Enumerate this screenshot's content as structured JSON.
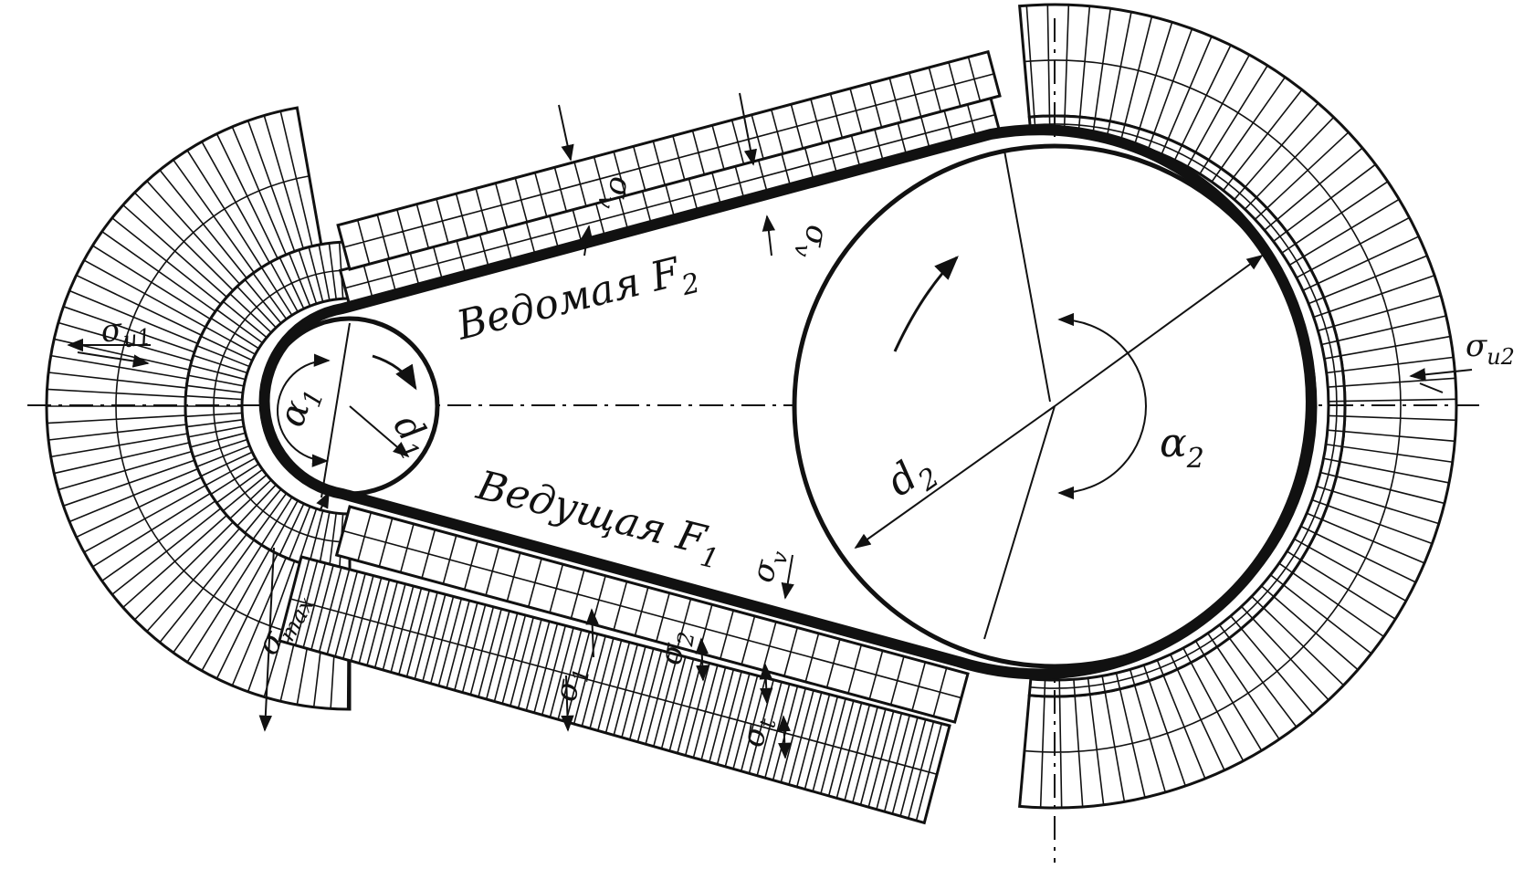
{
  "labels": {
    "driven_branch": "Ведомая",
    "driven_force": "F",
    "driven_force_sub": "2",
    "driving_branch": "Ведущая",
    "driving_force": "F",
    "driving_force_sub": "1",
    "small_diameter": "d",
    "small_diameter_sub": "1",
    "large_diameter": "d",
    "large_diameter_sub": "2",
    "small_angle": "α",
    "small_angle_sub": "1",
    "large_angle": "α",
    "large_angle_sub": "2",
    "sigma_u1": "σ",
    "sigma_u1_sub": "u1",
    "sigma_u2": "σ",
    "sigma_u2_sub": "u2",
    "sigma_max": "σ",
    "sigma_max_sub": "max",
    "sigma_1": "σ",
    "sigma_1_sub": "1",
    "sigma_2": "σ",
    "sigma_2_sub": "2",
    "sigma_t": "σ",
    "sigma_t_sub": "t",
    "sigma_v_a": "σ",
    "sigma_v_a_sub": "v",
    "sigma_v_b": "σ",
    "sigma_v_b_sub": "v",
    "sigma_v_c": "σ",
    "sigma_v_c_sub": "v"
  },
  "colors": {
    "ink": "#111111",
    "paper": "#ffffff"
  }
}
